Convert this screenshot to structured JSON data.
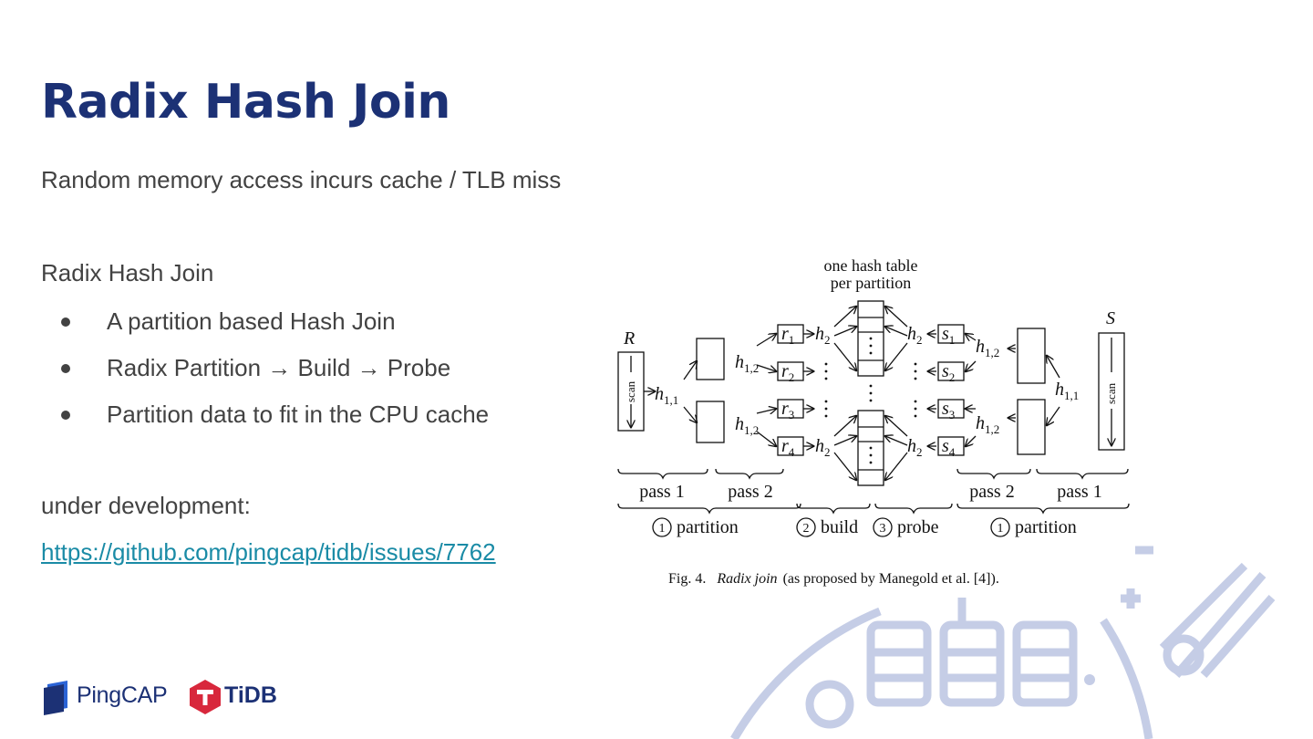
{
  "slide": {
    "title": "Radix Hash Join",
    "subtitle": "Random memory access incurs cache / TLB miss",
    "section_heading": "Radix Hash Join",
    "bullets": [
      "A partition based Hash Join",
      "Radix Partition → Build → Probe",
      "Partition data to fit in the CPU cache"
    ],
    "dev_label": "under development:",
    "dev_link": "https://github.com/pingcap/tidb/issues/7762"
  },
  "figure": {
    "header_line1": "one hash table",
    "header_line2": "per partition",
    "rel_r": "R",
    "rel_s": "S",
    "scan": "scan",
    "pass1": "pass 1",
    "pass2": "pass 2",
    "partition": "partition",
    "build": "build",
    "probe": "probe",
    "step1": "1",
    "step2": "2",
    "step3": "3",
    "caption_prefix": "Fig. 4.",
    "caption_italic": "Radix join",
    "caption_suffix": "(as proposed by Manegold et al. [4])."
  },
  "footer": {
    "pingcap": "PingCAP",
    "tidb": "TiDB"
  },
  "colors": {
    "title": "#1c3175",
    "body": "#424242",
    "link": "#1a8ba6",
    "decoration": "#c5cde6"
  }
}
